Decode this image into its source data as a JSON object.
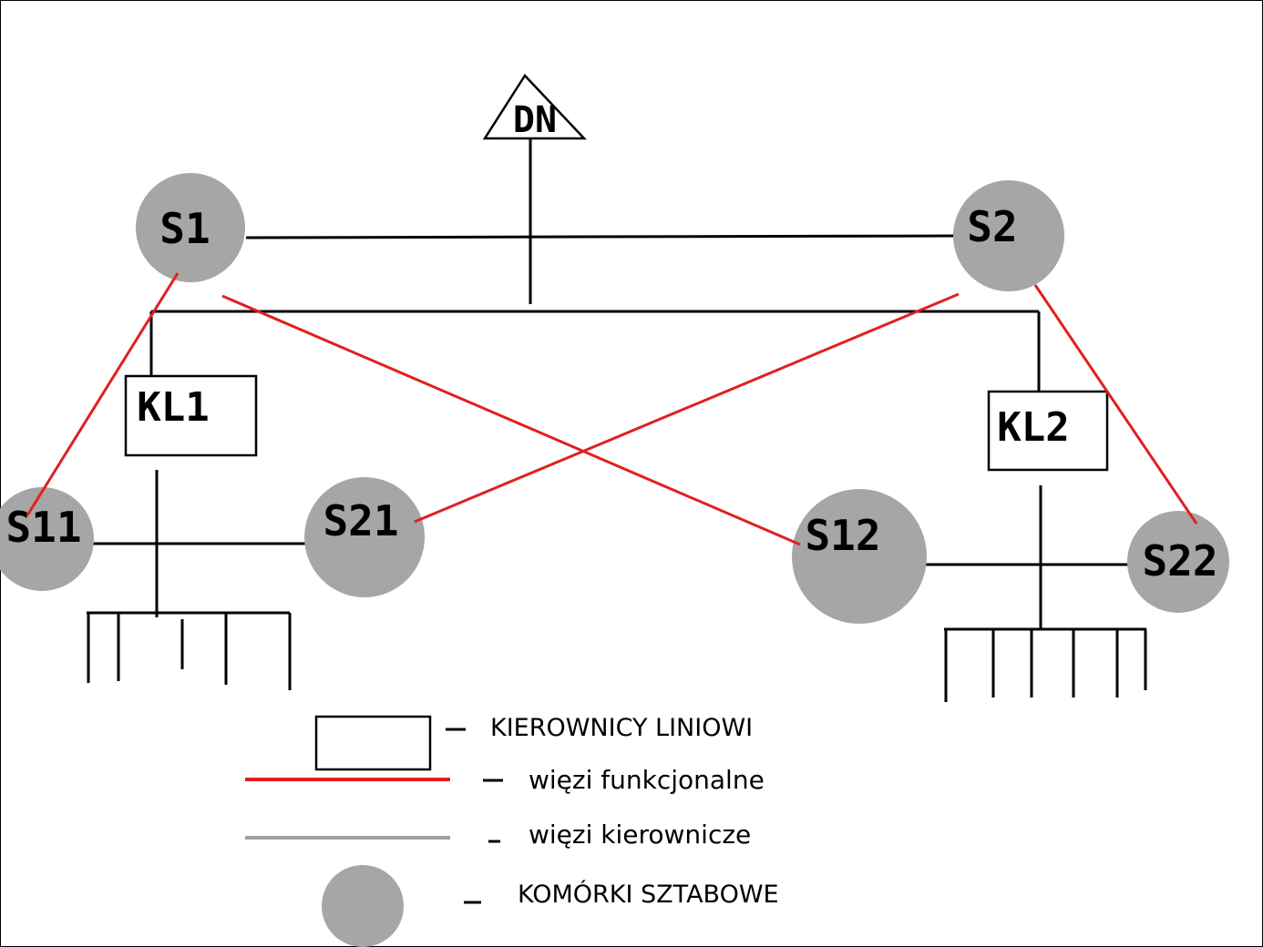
{
  "nodes": {
    "dn": "DN",
    "s1": "S1",
    "s2": "S2",
    "kl1": "KL1",
    "kl2": "KL2",
    "s11": "S11",
    "s21": "S21",
    "s12": "S12",
    "s22": "S22"
  },
  "legend": {
    "line_managers": "KIEROWNICY LINIOWI",
    "functional_links": "więzi funkcjonalne",
    "management_links": "więzi kierownicze",
    "staff_cells": "KOMÓRKI SZTABOWE"
  },
  "colors": {
    "staff_cell": "#a6a6a6",
    "functional_link": "#e02020",
    "management_link": "#000000",
    "legend_management_line": "#a0a0a0"
  }
}
